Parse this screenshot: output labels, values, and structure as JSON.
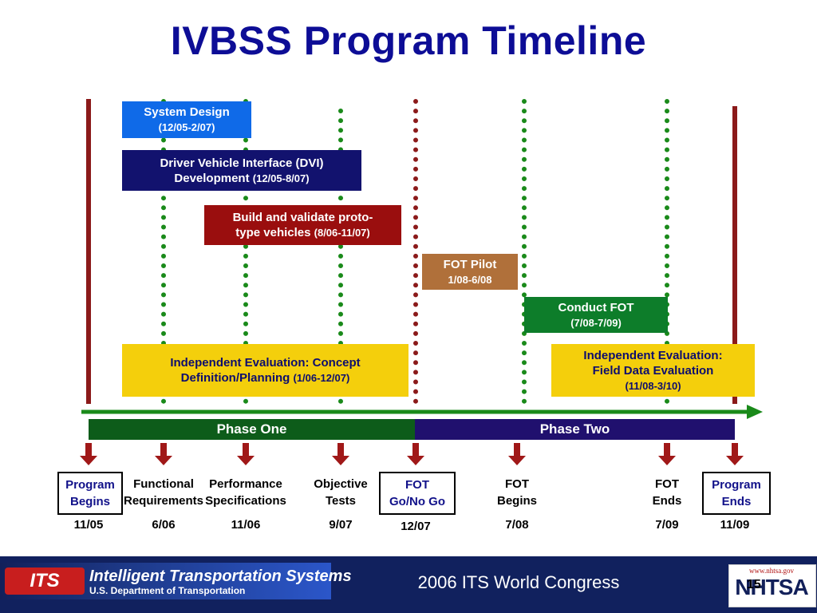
{
  "title": "IVBSS Program Timeline",
  "activity_boxes": {
    "system_design": {
      "title": "System Design",
      "dates": "(12/05-2/07)",
      "color": "#0f6ae8"
    },
    "dvi": {
      "title": "Driver Vehicle Interface (DVI)",
      "title2": "Development",
      "dates": "(12/05-8/07)",
      "color": "#12126e"
    },
    "prototype": {
      "title": "Build and validate proto-",
      "title2": "type vehicles",
      "dates": "(8/06-11/07)",
      "color": "#9a0e0e"
    },
    "fot_pilot": {
      "title": "FOT Pilot",
      "dates": "1/08-6/08",
      "color": "#b0703a"
    },
    "conduct_fot": {
      "title": "Conduct FOT",
      "dates": "(7/08-7/09)",
      "color": "#0d7d2a"
    },
    "eval_concept": {
      "title": "Independent Evaluation:  Concept",
      "title2": "Definition/Planning",
      "dates": "(1/06-12/07)",
      "color": "#f4cf0c"
    },
    "eval_field": {
      "title": "Independent Evaluation:",
      "title2": "Field Data Evaluation",
      "dates": "(11/08-3/10)",
      "color": "#f4cf0c"
    }
  },
  "phases": {
    "one": {
      "label": "Phase One",
      "color": "#0d5c1a"
    },
    "two": {
      "label": "Phase Two",
      "color": "#20106e"
    }
  },
  "milestones": [
    {
      "line1": "Program",
      "line2": "Begins",
      "date": "11/05",
      "boxed": true
    },
    {
      "line1": "Functional",
      "line2": "Requirements",
      "date": "6/06",
      "boxed": false
    },
    {
      "line1": "Performance",
      "line2": "Specifications",
      "date": "11/06",
      "boxed": false
    },
    {
      "line1": "Objective",
      "line2": "Tests",
      "date": "9/07",
      "boxed": false
    },
    {
      "line1": "FOT",
      "line2": "Go/No Go",
      "date": "12/07",
      "boxed": true
    },
    {
      "line1": "FOT",
      "line2": "Begins",
      "date": "7/08",
      "boxed": false
    },
    {
      "line1": "FOT",
      "line2": "Ends",
      "date": "7/09",
      "boxed": false
    },
    {
      "line1": "Program",
      "line2": "Ends",
      "date": "11/09",
      "boxed": true
    }
  ],
  "footer": {
    "its_mark": "ITS",
    "its_name": "Intelligent Transportation Systems",
    "its_dept": "U.S. Department of Transportation",
    "congress": "2006 ITS World Congress",
    "nhtsa_url": "www.nhtsa.gov",
    "nhtsa_word": "NHTSA",
    "page_number": "15"
  }
}
